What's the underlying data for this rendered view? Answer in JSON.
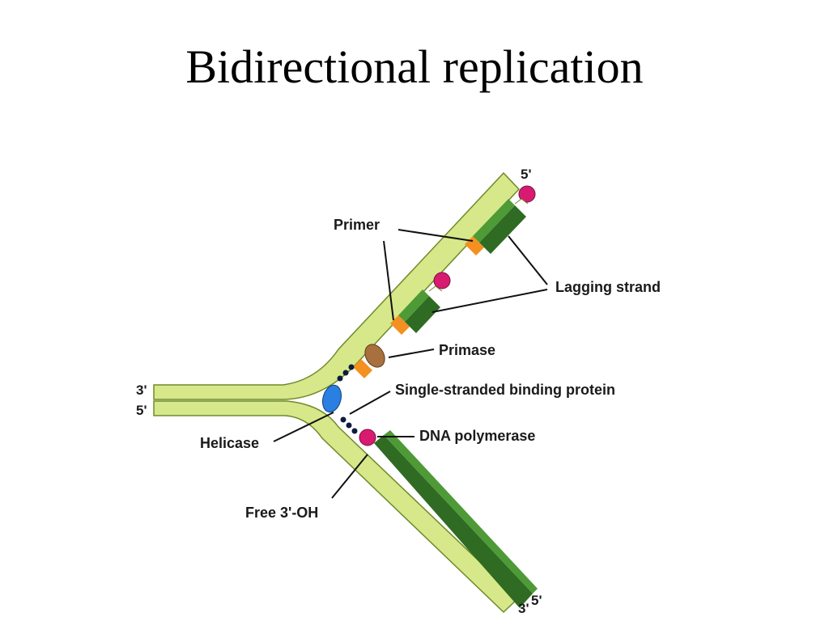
{
  "title": "Bidirectional replication",
  "labels": {
    "primer": "Primer",
    "lagging_strand": "Lagging strand",
    "primase": "Primase",
    "ssb": "Single-stranded binding protein",
    "helicase": "Helicase",
    "dna_polymerase": "DNA polymerase",
    "free_3oh": "Free 3'-OH"
  },
  "strand_ends": {
    "left_top": "3'",
    "left_bottom": "5'",
    "top_right": "5'",
    "bottom_right_a": "3'",
    "bottom_right_b": "5'"
  },
  "colors": {
    "template_strand": "#d6e88a",
    "template_outline": "#6f8a2a",
    "new_strand": "#4e9a36",
    "new_strand_dark": "#2f6b22",
    "primer": "#f39020",
    "polymerase": "#d81b70",
    "helicase": "#2a7fe0",
    "primase": "#a8703e",
    "ssb": "#0d1b3d"
  }
}
